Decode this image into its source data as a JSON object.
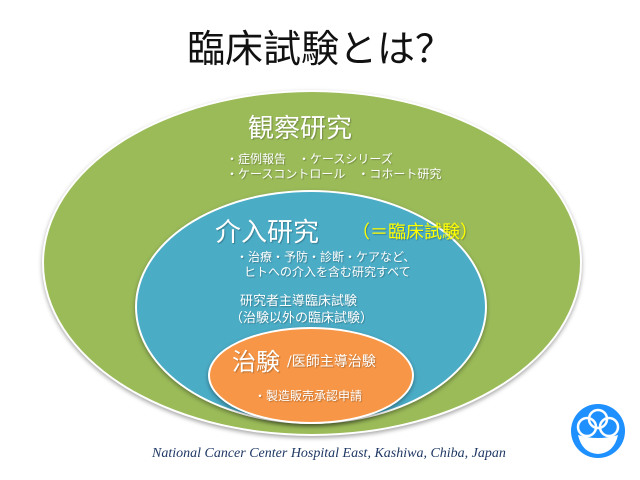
{
  "title": "臨床試験とは？",
  "observational": {
    "title": "観察研究",
    "line1": "・症例報告　・ケースシリーズ",
    "line2": "・ケースコントロール　・コホート研究"
  },
  "interventional": {
    "title": "介入研究",
    "equals": "（＝臨床試験）",
    "line1": "・治療・予防・診断・ケアなど、",
    "line2": "ヒトへの介入を含む研究すべて"
  },
  "investigator": {
    "line1": "研究者主導臨床試験",
    "line2": "（治験以外の臨床試験）"
  },
  "trial": {
    "title": "治験",
    "subtitle": "/医師主導治験",
    "line1": "・製造販売承認申請"
  },
  "footer": "National Cancer Center Hospital East, Kashiwa, Chiba, Japan",
  "colors": {
    "green": "#9bbb59",
    "blue": "#4bacc6",
    "orange": "#f79646",
    "logo": "#1e90ff"
  }
}
